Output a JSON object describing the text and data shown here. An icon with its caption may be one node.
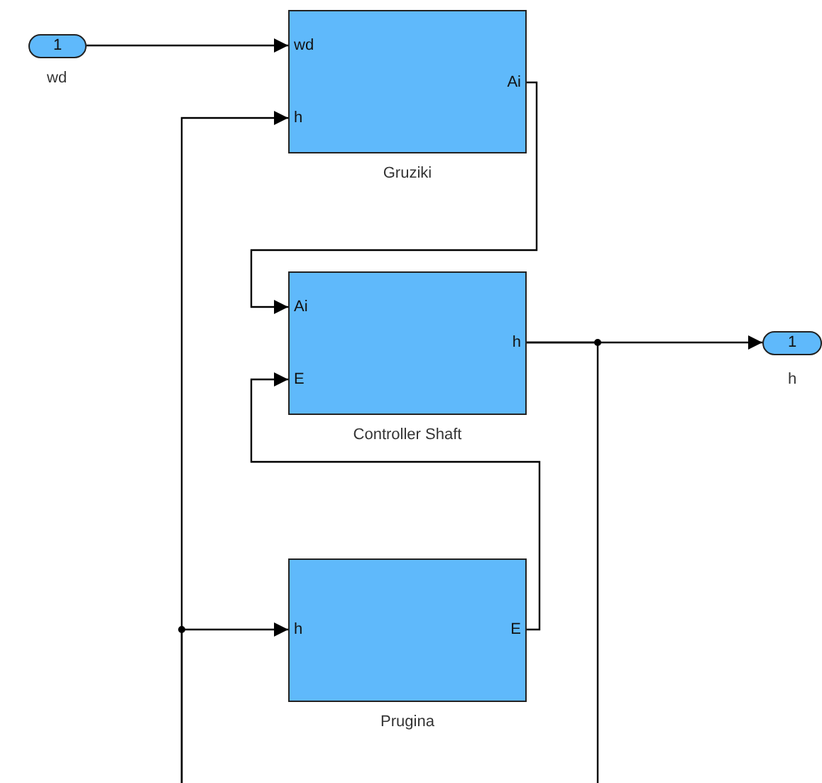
{
  "diagram": {
    "nodes": [
      {
        "text": [
          "1"
        ],
        "beside": [
          "wd"
        ]
      },
      {
        "text": [
          "wd",
          "h",
          "Ai",
          "Gruziki"
        ]
      },
      {
        "text": [
          "Ai",
          "E",
          "h",
          "Controller Shaft"
        ]
      },
      {
        "text": [
          "1"
        ],
        "beside": [
          "h"
        ]
      },
      {
        "text": [
          "h",
          "E",
          "Prugina"
        ]
      }
    ],
    "edges": [
      {
        "from": 0,
        "to": 1,
        "arrow": "to"
      },
      {
        "from": 1,
        "to": 2,
        "arrow": "to"
      },
      {
        "from": 2,
        "to": 3,
        "arrow": "to"
      },
      {
        "from": 4,
        "to": 2,
        "arrow": "to"
      },
      {
        "from": 2,
        "to": null,
        "arrow": "none"
      },
      {
        "from": null,
        "to": 1,
        "arrow": "to"
      },
      {
        "from": null,
        "to": 4,
        "arrow": "to"
      }
    ]
  }
}
